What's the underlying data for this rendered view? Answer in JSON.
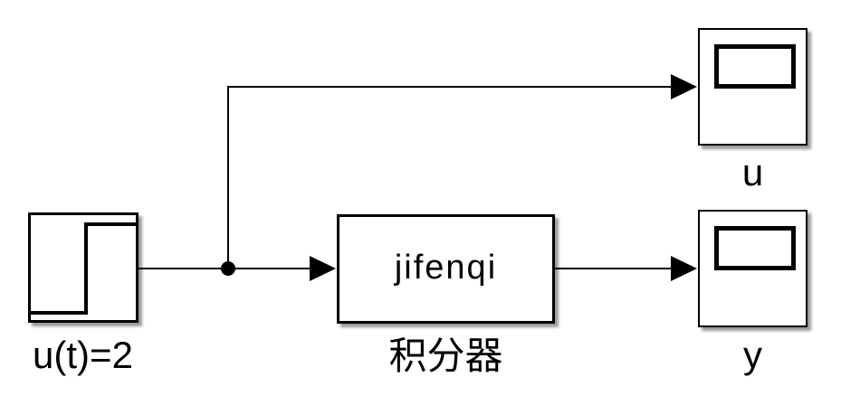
{
  "diagram": {
    "type": "simulink-block-diagram",
    "background_color": "#ffffff",
    "wire_color": "#000000",
    "block_fill_color": "#ffffff",
    "block_border_color": "#000000",
    "shadow_color": "#9a9a9a"
  },
  "blocks": {
    "step_source": {
      "label": "u(t)=2",
      "type": "step-source",
      "icon": "step-waveform-icon"
    },
    "integrator": {
      "text": "jifenqi",
      "label": "积分器",
      "type": "subsystem"
    },
    "scope_u": {
      "label": "u",
      "type": "scope",
      "icon": "scope-display-icon"
    },
    "scope_y": {
      "label": "y",
      "type": "scope",
      "icon": "scope-display-icon"
    }
  },
  "connections": [
    {
      "from": "step_source",
      "to": "integrator",
      "via": "branch-point"
    },
    {
      "from": "step_source",
      "to": "scope_u",
      "via": "branch-point"
    },
    {
      "from": "integrator",
      "to": "scope_y"
    }
  ]
}
